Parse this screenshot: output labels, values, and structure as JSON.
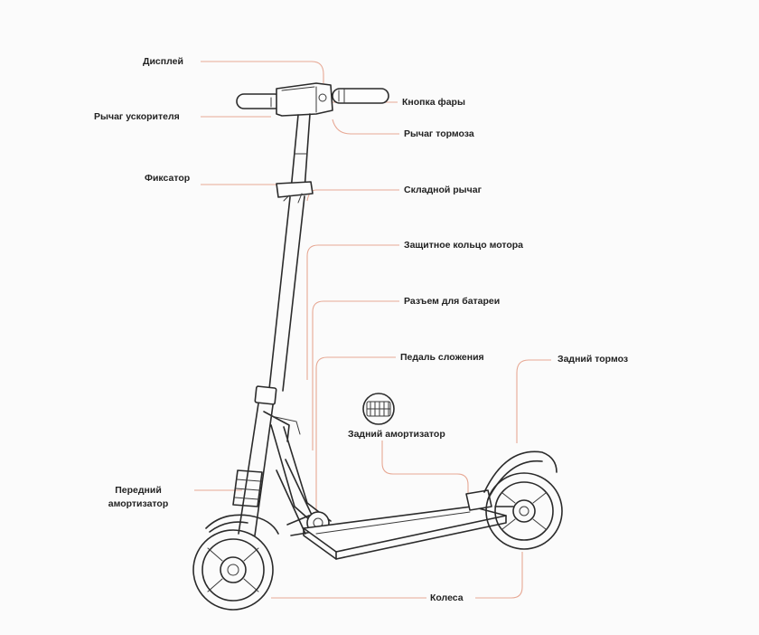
{
  "labels": {
    "display": "Дисплей",
    "headlight_button": "Кнопка фары",
    "throttle_lever": "Рычаг ускорителя",
    "brake_lever": "Рычаг тормоза",
    "lock": "Фиксатор",
    "folding_lever": "Складной рычаг",
    "motor_ring": "Защитное кольцо мотора",
    "battery_connector": "Разъем для батареи",
    "folding_pedal": "Педаль сложения",
    "rear_brake": "Задний тормоз",
    "rear_shock": "Задний амортизатор",
    "front_shock_line1": "Передний",
    "front_shock_line2": "амортизатор",
    "wheels": "Колеса"
  },
  "colors": {
    "leader_line": "#e7a894",
    "ink": "#2b2b2b",
    "background": "#fbfbfb"
  }
}
